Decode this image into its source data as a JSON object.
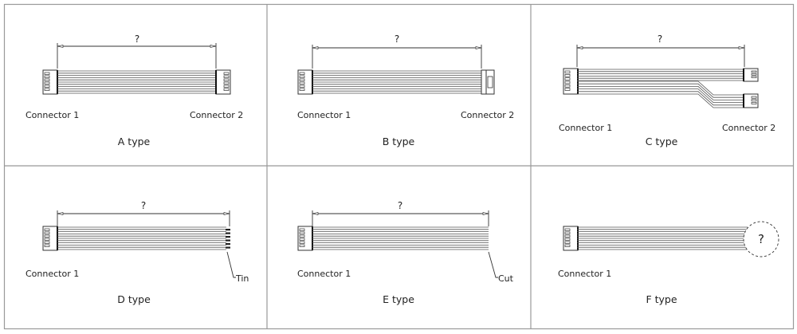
{
  "panels": [
    {
      "id": "a",
      "dimension": "?",
      "left_label": "Connector 1",
      "right_label": "Connector 2",
      "title": "A  type"
    },
    {
      "id": "b",
      "dimension": "?",
      "left_label": "Connector 1",
      "right_label": "Connector 2",
      "title": "B  type"
    },
    {
      "id": "c",
      "dimension": "?",
      "left_label": "Connector 1",
      "right_label": "Connector 2",
      "title": "C  type"
    },
    {
      "id": "d",
      "dimension": "?",
      "left_label": "Connector 1",
      "end_label": "Tin",
      "title": "D  type"
    },
    {
      "id": "e",
      "dimension": "?",
      "left_label": "Connector 1",
      "end_label": "Cut",
      "title": "E  type"
    },
    {
      "id": "f",
      "end_mark": "?",
      "left_label": "Connector 1",
      "title": "F  type"
    }
  ]
}
